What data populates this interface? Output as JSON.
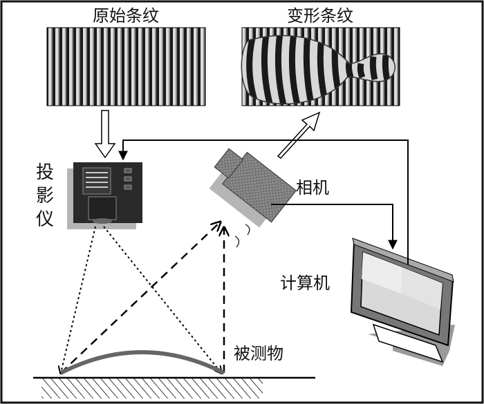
{
  "labels": {
    "original_fringe": "原始条纹",
    "deformed_fringe": "变形条纹",
    "projector": [
      "投",
      "影",
      "仪"
    ],
    "camera": "相机",
    "computer": "计算机",
    "object": "被测物"
  },
  "colors": {
    "border": "#111111",
    "device_dark": "#2a2a2a",
    "device_shadow": "#b5b5b5",
    "camera_body": "#8c8c8c",
    "object_curve": "#666666",
    "monitor_screen": "#d9d9d9"
  },
  "icons": {
    "projector": "projector-icon",
    "camera": "camera-icon",
    "computer": "monitor-icon"
  }
}
